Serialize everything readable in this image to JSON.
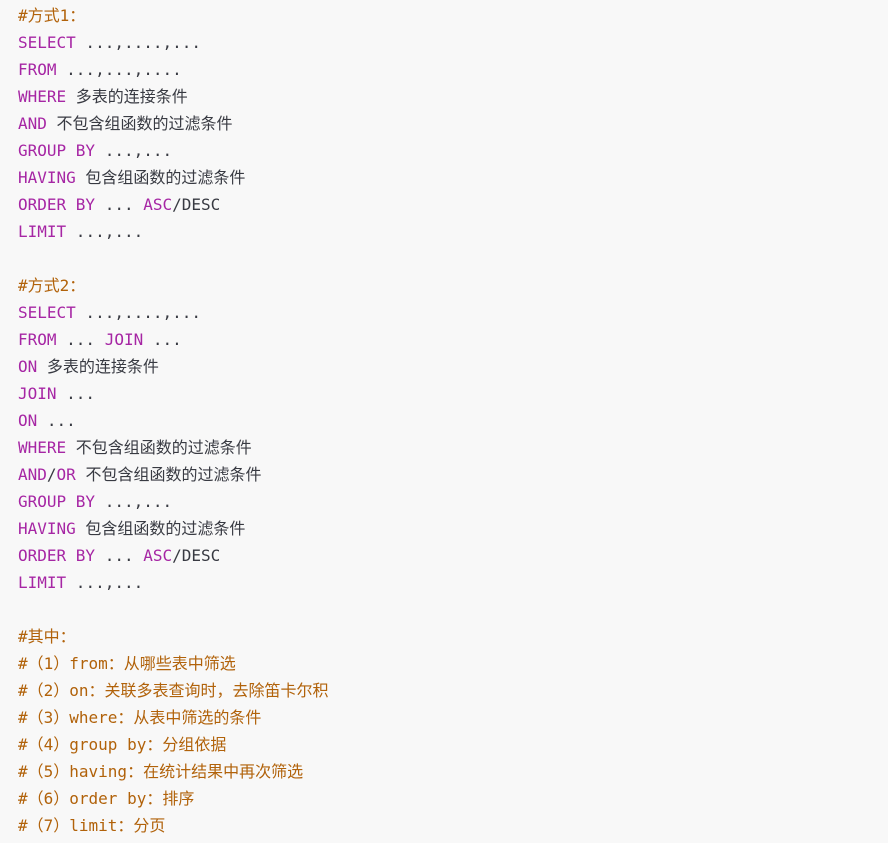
{
  "colors": {
    "background": "#f8f8f8",
    "keyword": "#a626a4",
    "plain": "#383a42",
    "comment": "#b1620a"
  },
  "block1": [
    [
      {
        "t": "c",
        "v": "#方式1："
      }
    ],
    [
      {
        "t": "k",
        "v": "SELECT"
      },
      {
        "t": "p",
        "v": " ...,....,..."
      }
    ],
    [
      {
        "t": "k",
        "v": "FROM"
      },
      {
        "t": "p",
        "v": " ...,...,...."
      }
    ],
    [
      {
        "t": "k",
        "v": "WHERE"
      },
      {
        "t": "p",
        "v": " 多表的连接条件"
      }
    ],
    [
      {
        "t": "k",
        "v": "AND"
      },
      {
        "t": "p",
        "v": " 不包含组函数的过滤条件"
      }
    ],
    [
      {
        "t": "k",
        "v": "GROUP BY"
      },
      {
        "t": "p",
        "v": " ...,..."
      }
    ],
    [
      {
        "t": "k",
        "v": "HAVING"
      },
      {
        "t": "p",
        "v": " 包含组函数的过滤条件"
      }
    ],
    [
      {
        "t": "k",
        "v": "ORDER BY"
      },
      {
        "t": "p",
        "v": " ... "
      },
      {
        "t": "k",
        "v": "ASC"
      },
      {
        "t": "p",
        "v": "/DESC"
      }
    ],
    [
      {
        "t": "k",
        "v": "LIMIT"
      },
      {
        "t": "p",
        "v": " ...,..."
      }
    ]
  ],
  "block2": [
    [
      {
        "t": "c",
        "v": "#方式2："
      }
    ],
    [
      {
        "t": "k",
        "v": "SELECT"
      },
      {
        "t": "p",
        "v": " ...,....,..."
      }
    ],
    [
      {
        "t": "k",
        "v": "FROM"
      },
      {
        "t": "p",
        "v": " ... "
      },
      {
        "t": "k",
        "v": "JOIN"
      },
      {
        "t": "p",
        "v": " ..."
      }
    ],
    [
      {
        "t": "k",
        "v": "ON"
      },
      {
        "t": "p",
        "v": " 多表的连接条件"
      }
    ],
    [
      {
        "t": "k",
        "v": "JOIN"
      },
      {
        "t": "p",
        "v": " ..."
      }
    ],
    [
      {
        "t": "k",
        "v": "ON"
      },
      {
        "t": "p",
        "v": " ..."
      }
    ],
    [
      {
        "t": "k",
        "v": "WHERE"
      },
      {
        "t": "p",
        "v": " 不包含组函数的过滤条件"
      }
    ],
    [
      {
        "t": "k",
        "v": "AND"
      },
      {
        "t": "p",
        "v": "/"
      },
      {
        "t": "k",
        "v": "OR"
      },
      {
        "t": "p",
        "v": " 不包含组函数的过滤条件"
      }
    ],
    [
      {
        "t": "k",
        "v": "GROUP BY"
      },
      {
        "t": "p",
        "v": " ...,..."
      }
    ],
    [
      {
        "t": "k",
        "v": "HAVING"
      },
      {
        "t": "p",
        "v": " 包含组函数的过滤条件"
      }
    ],
    [
      {
        "t": "k",
        "v": "ORDER BY"
      },
      {
        "t": "p",
        "v": " ... "
      },
      {
        "t": "k",
        "v": "ASC"
      },
      {
        "t": "p",
        "v": "/DESC"
      }
    ],
    [
      {
        "t": "k",
        "v": "LIMIT"
      },
      {
        "t": "p",
        "v": " ...,..."
      }
    ]
  ],
  "block3": [
    [
      {
        "t": "c",
        "v": "#其中："
      }
    ],
    [
      {
        "t": "c",
        "v": "#（1）from：从哪些表中筛选"
      }
    ],
    [
      {
        "t": "c",
        "v": "#（2）on：关联多表查询时，去除笛卡尔积"
      }
    ],
    [
      {
        "t": "c",
        "v": "#（3）where：从表中筛选的条件"
      }
    ],
    [
      {
        "t": "c",
        "v": "#（4）group by：分组依据"
      }
    ],
    [
      {
        "t": "c",
        "v": "#（5）having：在统计结果中再次筛选"
      }
    ],
    [
      {
        "t": "c",
        "v": "#（6）order by：排序"
      }
    ],
    [
      {
        "t": "c",
        "v": "#（7）limit：分页"
      }
    ]
  ]
}
